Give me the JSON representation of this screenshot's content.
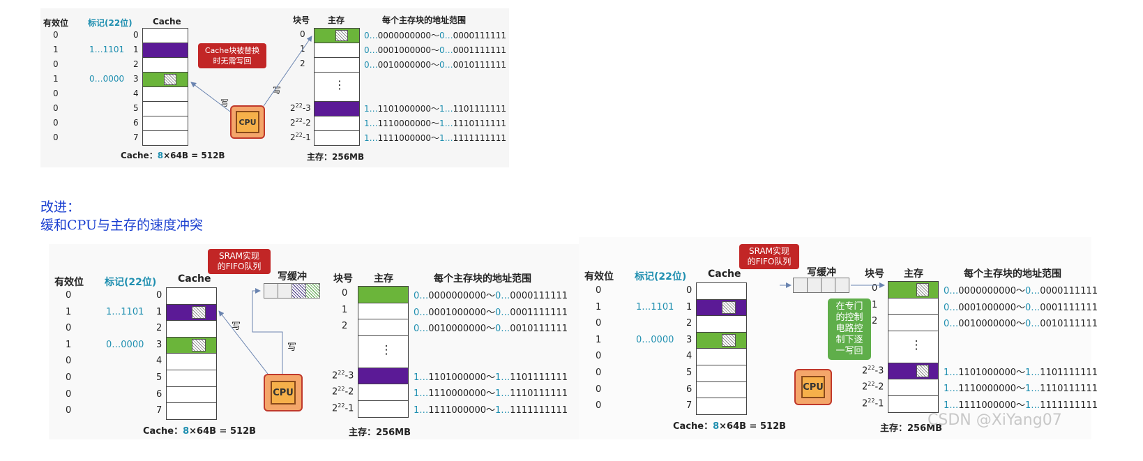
{
  "headers": {
    "valid": "有效位",
    "tag": "标记(22位)",
    "cache": "Cache",
    "block_no": "块号",
    "memory": "主存",
    "range": "每个主存块的地址范围"
  },
  "cache_rows": [
    "0",
    "1",
    "2",
    "3",
    "4",
    "5",
    "6",
    "7"
  ],
  "valid_bits": [
    "0",
    "1",
    "0",
    "1",
    "0",
    "0",
    "0",
    "0"
  ],
  "tags": {
    "row1": "1…1101",
    "row3": "0…0000"
  },
  "mem_ids": {
    "b0": "0",
    "b1": "1",
    "b2": "2",
    "bn3_base": "2",
    "bn3_exp": "22",
    "bn3_suf": "-3",
    "bn2_suf": "-2",
    "bn1_suf": "-1",
    "dots": "⋮"
  },
  "ranges": [
    {
      "a1": "0…",
      "a2": "0000000000",
      "sep": "～",
      "b1": "0…",
      "b2": "0000111111"
    },
    {
      "a1": "0…",
      "a2": "0001000000",
      "sep": "～",
      "b1": "0…",
      "b2": "0001111111"
    },
    {
      "a1": "0…",
      "a2": "0010000000",
      "sep": "～",
      "b1": "0…",
      "b2": "0010111111"
    },
    {
      "a1": "1…",
      "a2": "1101000000",
      "sep": "～",
      "b1": "1…",
      "b2": "1101111111"
    },
    {
      "a1": "1…",
      "a2": "1110000000",
      "sep": "～",
      "b1": "1…",
      "b2": "1110111111"
    },
    {
      "a1": "1…",
      "a2": "1111000000",
      "sep": "～",
      "b1": "1…",
      "b2": "1111111111"
    }
  ],
  "cache_caption": {
    "pre": "Cache：",
    "num": "8",
    "post": "×64B = 512B"
  },
  "mem_caption": "主存：256MB",
  "cpu_label": "CPU",
  "write_label": "写",
  "bubble_replace": {
    "l1": "Cache块被替换",
    "l2": "时无需写回"
  },
  "bubble_sram": {
    "l1": "SRAM实现",
    "l2": "的FIFO队列"
  },
  "write_buffer": "写缓冲",
  "bubble_ctrl": [
    "在专门",
    "的控制",
    "电路控",
    "制下逐",
    "一写回"
  ],
  "heading": {
    "l1": "改进：",
    "l2": "缓和CPU与主存的速度冲突"
  },
  "watermark": "CSDN @XiYang07",
  "colors": {
    "valid_block": "#6bb53a",
    "dirty_block": "#5b1a96",
    "accent_text": "#1f8fb0",
    "heading": "#1a3fd0",
    "bubble_red": "#c22626",
    "bubble_green": "#5fae4a"
  }
}
